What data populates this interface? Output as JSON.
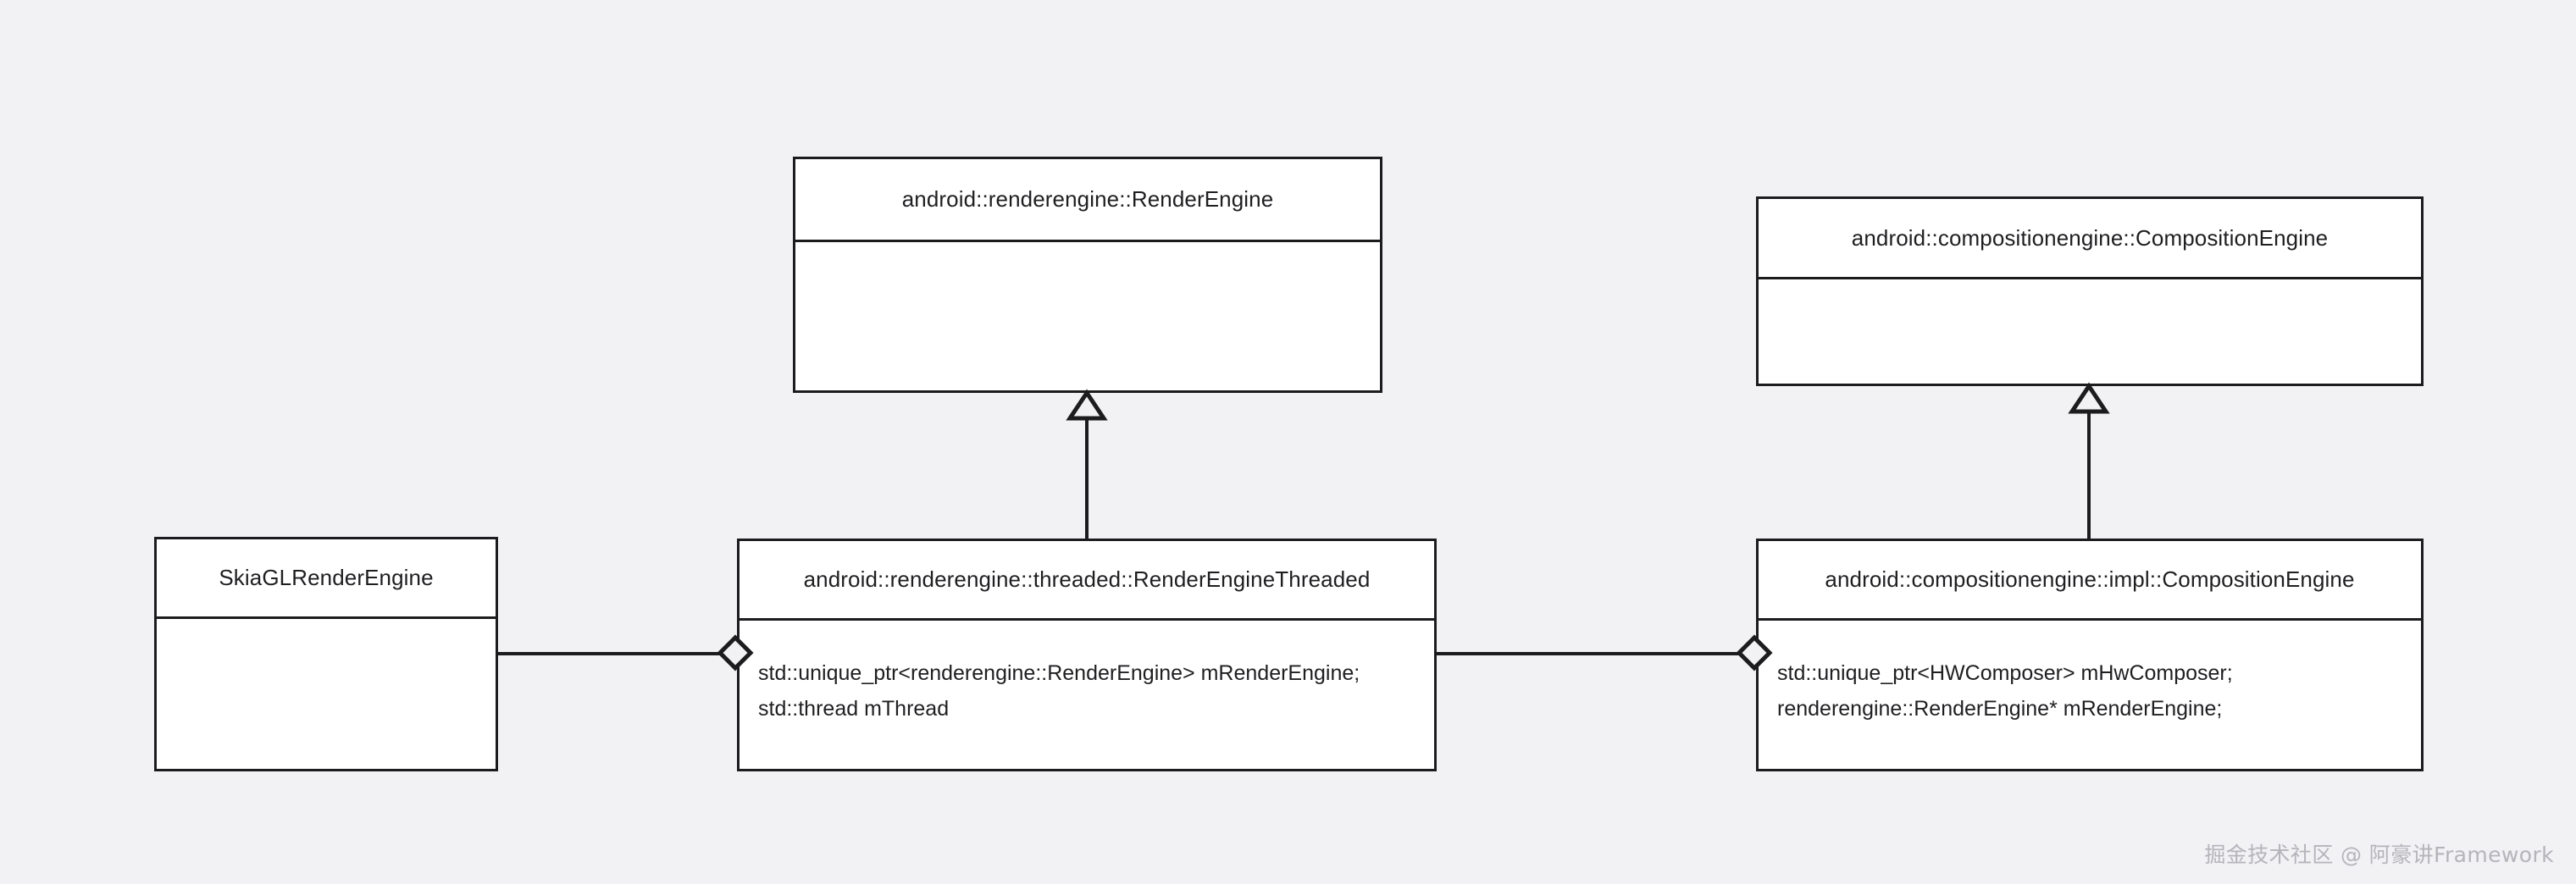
{
  "diagram": {
    "type": "uml-class-diagram",
    "background_color": "#f2f2f5",
    "stroke_color": "#1c1c1e",
    "fill_color": "#ffffff",
    "classes": [
      {
        "id": "render-engine",
        "name": "android::renderengine::RenderEngine",
        "attributes": []
      },
      {
        "id": "composition-engine",
        "name": "android::compositionengine::CompositionEngine",
        "attributes": []
      },
      {
        "id": "skia-gl-render-engine",
        "name": "SkiaGLRenderEngine",
        "attributes": []
      },
      {
        "id": "render-engine-threaded",
        "name": "android::renderengine::threaded::RenderEngineThreaded",
        "attributes": [
          "std::unique_ptr<renderengine::RenderEngine> mRenderEngine;",
          "std::thread mThread"
        ]
      },
      {
        "id": "composition-engine-impl",
        "name": "android::compositionengine::impl::CompositionEngine",
        "attributes": [
          "std::unique_ptr<HWComposer> mHwComposer;",
          "renderengine::RenderEngine* mRenderEngine;"
        ]
      }
    ],
    "relationships": [
      {
        "id": "inheritance-threaded-to-renderengine",
        "kind": "generalization",
        "marker": "hollow-triangle",
        "from": "render-engine-threaded",
        "to": "render-engine"
      },
      {
        "id": "inheritance-impl-to-compositionengine",
        "kind": "generalization",
        "marker": "hollow-triangle",
        "from": "composition-engine-impl",
        "to": "composition-engine"
      },
      {
        "id": "aggregation-threaded-holds-skia",
        "kind": "aggregation",
        "marker": "hollow-diamond",
        "from": "render-engine-threaded",
        "to": "skia-gl-render-engine"
      },
      {
        "id": "aggregation-impl-holds-threaded",
        "kind": "aggregation",
        "marker": "hollow-diamond",
        "from": "composition-engine-impl",
        "to": "render-engine-threaded"
      }
    ]
  },
  "watermark": {
    "text": "掘金技术社区 @ 阿豪讲Framework"
  }
}
